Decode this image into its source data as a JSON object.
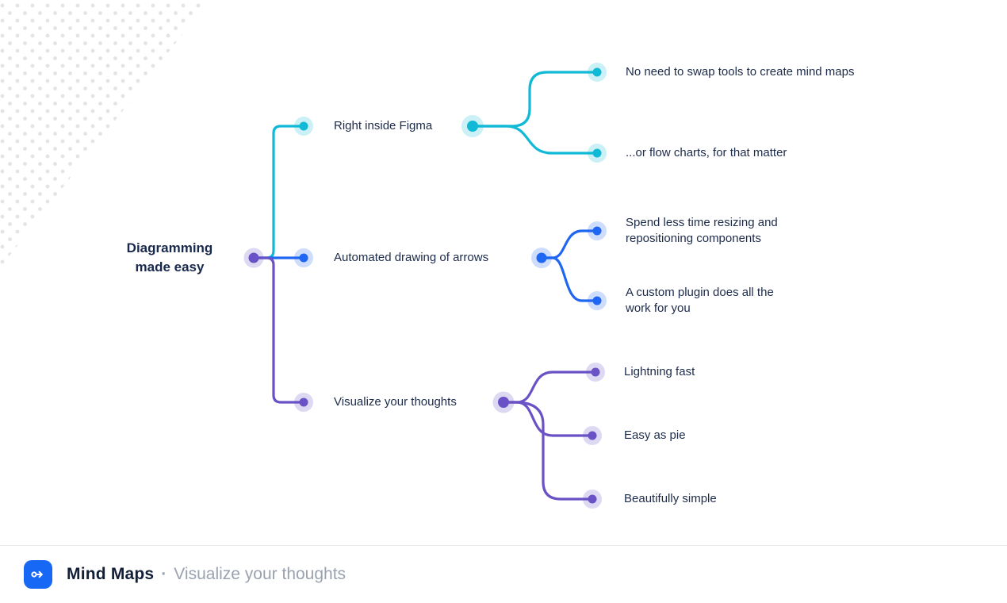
{
  "mindmap": {
    "root": {
      "label": "Diagramming made easy"
    },
    "branches": [
      {
        "label": "Right inside Figma",
        "color": "#10b9d6",
        "children": [
          "No need to swap tools to create mind maps",
          "...or flow charts, for that matter"
        ]
      },
      {
        "label": "Automated drawing of arrows",
        "color": "#1f66f2",
        "children": [
          "Spend less time resizing and repositioning components",
          "A custom plugin does all the work for you"
        ]
      },
      {
        "label": "Visualize your thoughts",
        "color": "#6a52c6",
        "children": [
          "Lightning fast",
          "Easy as pie",
          "Beautifully simple"
        ]
      }
    ]
  },
  "footer": {
    "app_name": "Mind Maps",
    "separator": "·",
    "tagline": "Visualize your thoughts"
  },
  "colors": {
    "cyan": "#10b9d6",
    "blue": "#1f66f2",
    "purple": "#6a52c6",
    "footer_icon_bg": "#1668f5",
    "divider": "#e8e9ec",
    "text_dark": "#1c2b4a",
    "text_gray": "#9aa2af",
    "dot_pattern": "#e4e4e8"
  }
}
